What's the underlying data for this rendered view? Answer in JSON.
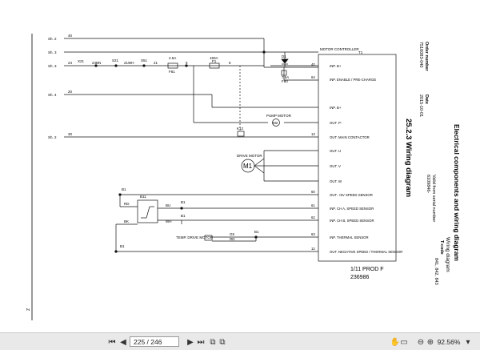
{
  "document": {
    "side_title": "Electrical components and wiring diagram",
    "side_subtitle": "Wiring diagram",
    "section_title": "25.2.3 Wiring diagram",
    "order_label": "Order number",
    "order_value": "7516083-040",
    "date_label": "Date",
    "date_value": "2015-10-01",
    "serial_label": "Valid from serial number",
    "serial_value": "6109846-",
    "tmodel_label": "T-code",
    "tmodel_value": "841, 842, 843",
    "prod_label": "1/11 PROD F",
    "prod_number": "236986",
    "margin_mark": "Z"
  },
  "diagram": {
    "controller_title": "MOTOR CONTROLLER",
    "controller_ref": "T1",
    "pins": [
      {
        "num": "40",
        "label": "INP. B+"
      },
      {
        "num": "64",
        "label": "INP. ENABLE / PRE-CHARGE"
      },
      {
        "num": "",
        "label": "INP. B+"
      },
      {
        "num": "",
        "label": "OUT. P-"
      },
      {
        "num": "13",
        "label": "OUT. MAIN CONTACTOR"
      },
      {
        "num": "",
        "label": "OUT. U"
      },
      {
        "num": "",
        "label": "OUT. V"
      },
      {
        "num": "",
        "label": "OUT. W"
      },
      {
        "num": "60",
        "label": "OUT. +5V SPEED SENSOR"
      },
      {
        "num": "61",
        "label": "INP. CH A, SPEED SENSOR"
      },
      {
        "num": "62",
        "label": "INP. CH B, SPEED SENSOR"
      },
      {
        "num": "63",
        "label": "INP. THERMAL SENSOR"
      },
      {
        "num": "12",
        "label": "OUT. NEGATIVE SPEED / THERMAL SENSOR"
      }
    ],
    "sheet_refs": [
      "Sh. 2",
      "Sh. 3",
      "Sh. 3",
      "Sh. 4",
      "Sh. 2"
    ],
    "wire_labels": {
      "w40": "40",
      "w24": "24",
      "w20": "20",
      "w30": "30",
      "x21": "X21",
      "s21": "S21",
      "s51": "S51",
      "c21": "24BN",
      "c21b": "21WH",
      "w21": "21",
      "fuse1": "2.5A",
      "fuse1b": "F61",
      "w5": "5",
      "fuse2": "150A",
      "fuse2b": "F1",
      "w6": "6",
      "d1": "D1",
      "r1": "7.5A",
      "r1b": "F80",
      "k12": "K12",
      "b1": "B1",
      "b11": "B11",
      "b1b": "B1",
      "rd": "RD",
      "bu": "BU",
      "bk": "BK",
      "wh": "WH",
      "b61": "B1",
      "rd2": "RD",
      "b63": "B1",
      "b64": "B1",
      "g5": "G5"
    },
    "pump_motor_label": "PUMP MOTOR",
    "pump_motor_ref": "M2",
    "drive_motor_label": "DRIVE MOTOR",
    "drive_motor_ref": "M1",
    "temp_label": "TEMP. DRIVE MOTOR"
  },
  "toolbar": {
    "page_indicator": "225 / 246",
    "zoom": "92.56%"
  }
}
